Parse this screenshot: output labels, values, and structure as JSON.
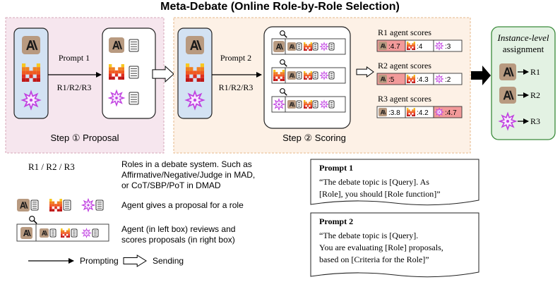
{
  "title": "Meta-Debate (Online Role-by-Role Selection)",
  "colors": {
    "proposal_bg": "#f6e6ee",
    "scoring_bg": "#fdf1e6",
    "agent_panel": "#d3e2f3",
    "assignment_bg": "#e3f2e3",
    "assignment_border": "#3a8a3a",
    "claude": "#b89a80",
    "gemini_purple": "#c040e0",
    "mistral_orange": "#f08020",
    "mistral_red": "#e03020",
    "mistral_yellow": "#f8c820",
    "highlight_red": "#f29a9a"
  },
  "icons": {
    "anthropic": "anthropic-icon",
    "mistral": "mistral-icon",
    "gemini": "sparkle-icon",
    "document": "document-icon",
    "magnifier": "magnifier-icon"
  },
  "step1": {
    "prompt_label": "Prompt 1",
    "roles_label": "R1/R2/R3",
    "caption_prefix": "Step",
    "caption_num": "①",
    "caption_name": "Proposal"
  },
  "step2": {
    "prompt_label": "Prompt 2",
    "roles_label": "R1/R2/R3",
    "caption_prefix": "Step",
    "caption_num": "②",
    "caption_name": "Scoring"
  },
  "scores": [
    {
      "label": "R1 agent scores",
      "values": [
        ":4.7",
        ":4",
        ":3"
      ],
      "highlight": 0
    },
    {
      "label": "R2 agent scores",
      "values": [
        ":5",
        ":4.3",
        ":2"
      ],
      "highlight": 0
    },
    {
      "label": "R3 agent scores",
      "values": [
        ":3.8",
        ":4.2",
        ":4.7"
      ],
      "highlight": 2
    }
  ],
  "assignment": {
    "title_italic": "Instance-level",
    "title_rest": "assignment",
    "roles": [
      "R1",
      "R2",
      "R3"
    ]
  },
  "legend": {
    "roles_term": "R1 / R2 / R3",
    "roles_desc": [
      "Roles in a debate system. Such as",
      "Affirmative/Negative/Judge in MAD,",
      "or CoT/SBP/PoT in DMAD"
    ],
    "proposal_desc": "Agent gives a proposal for a role",
    "review_desc": [
      "Agent (in left box) reviews and",
      "scores proposals (in right box)"
    ],
    "prompting": "Prompting",
    "sending": "Sending"
  },
  "prompt_cards": [
    {
      "title": "Prompt 1",
      "lines": [
        "“The debate topic is [Query]. As",
        "[Role], you should [Role function]”"
      ]
    },
    {
      "title": "Prompt 2",
      "lines": [
        "“The debate topic is [Query].",
        "You are evaluating [Role] proposals,",
        "based on [Criteria for the Role]”"
      ]
    }
  ]
}
